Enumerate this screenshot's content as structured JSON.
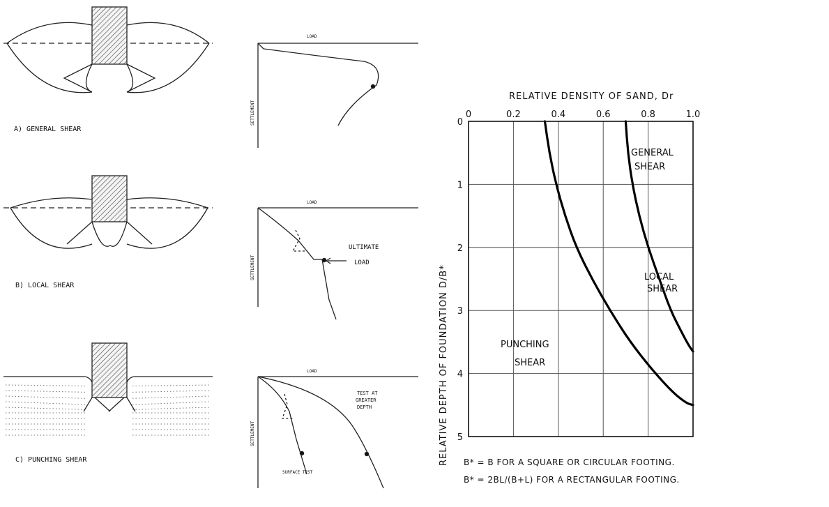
{
  "failure_modes": {
    "general": {
      "label": "A) GENERAL SHEAR"
    },
    "local": {
      "label": "B) LOCAL SHEAR"
    },
    "punching": {
      "label": "C) PUNCHING SHEAR"
    }
  },
  "load_settlement": {
    "load_label": "LOAD",
    "settlement_label": "SETTLEMENT",
    "ultimate_load_label": [
      "ULTIMATE",
      "LOAD"
    ],
    "greater_depth_label": [
      "TEST AT",
      "GREATER",
      "DEPTH"
    ],
    "surface_test_label": "SURFACE TEST"
  },
  "chart_data": {
    "type": "line",
    "title": "RELATIVE DENSITY OF SAND, Dr",
    "xlabel": "RELATIVE DENSITY OF SAND, Dr",
    "ylabel": "RELATIVE DEPTH OF FOUNDATION D/B*",
    "x_ticks": [
      "0",
      "0.2",
      "0.4",
      "0.6",
      "0.8",
      "1.0"
    ],
    "y_ticks": [
      "0",
      "1",
      "2",
      "3",
      "4",
      "5"
    ],
    "xlim": [
      0,
      1.0
    ],
    "ylim": [
      0,
      5
    ],
    "y_inverted": true,
    "x_axis_position": "top",
    "grid": true,
    "series": [
      {
        "x": [
          0.34,
          0.36,
          0.39,
          0.43,
          0.48,
          0.55,
          0.63,
          0.72,
          0.82,
          0.91,
          0.97,
          1.0
        ],
        "y": [
          0,
          0.5,
          1.0,
          1.5,
          2.0,
          2.5,
          3.0,
          3.5,
          3.95,
          4.3,
          4.47,
          4.5
        ]
      },
      {
        "x": [
          0.7,
          0.71,
          0.73,
          0.76,
          0.8,
          0.85,
          0.9,
          0.95,
          0.98,
          1.0
        ],
        "y": [
          0,
          0.5,
          1.0,
          1.5,
          2.0,
          2.5,
          3.0,
          3.35,
          3.55,
          3.65
        ]
      }
    ],
    "regions": [
      "GENERAL SHEAR",
      "LOCAL SHEAR",
      "PUNCHING SHEAR"
    ],
    "region_labels": {
      "general": [
        "GENERAL",
        "SHEAR"
      ],
      "local": [
        "LOCAL",
        "SHEAR"
      ],
      "punching": [
        "PUNCHING",
        "SHEAR"
      ]
    },
    "annotations": [
      "B* = B FOR A SQUARE OR CIRCULAR FOOTING.",
      "B* = 2BL/(B+L) FOR A RECTANGULAR FOOTING."
    ]
  }
}
